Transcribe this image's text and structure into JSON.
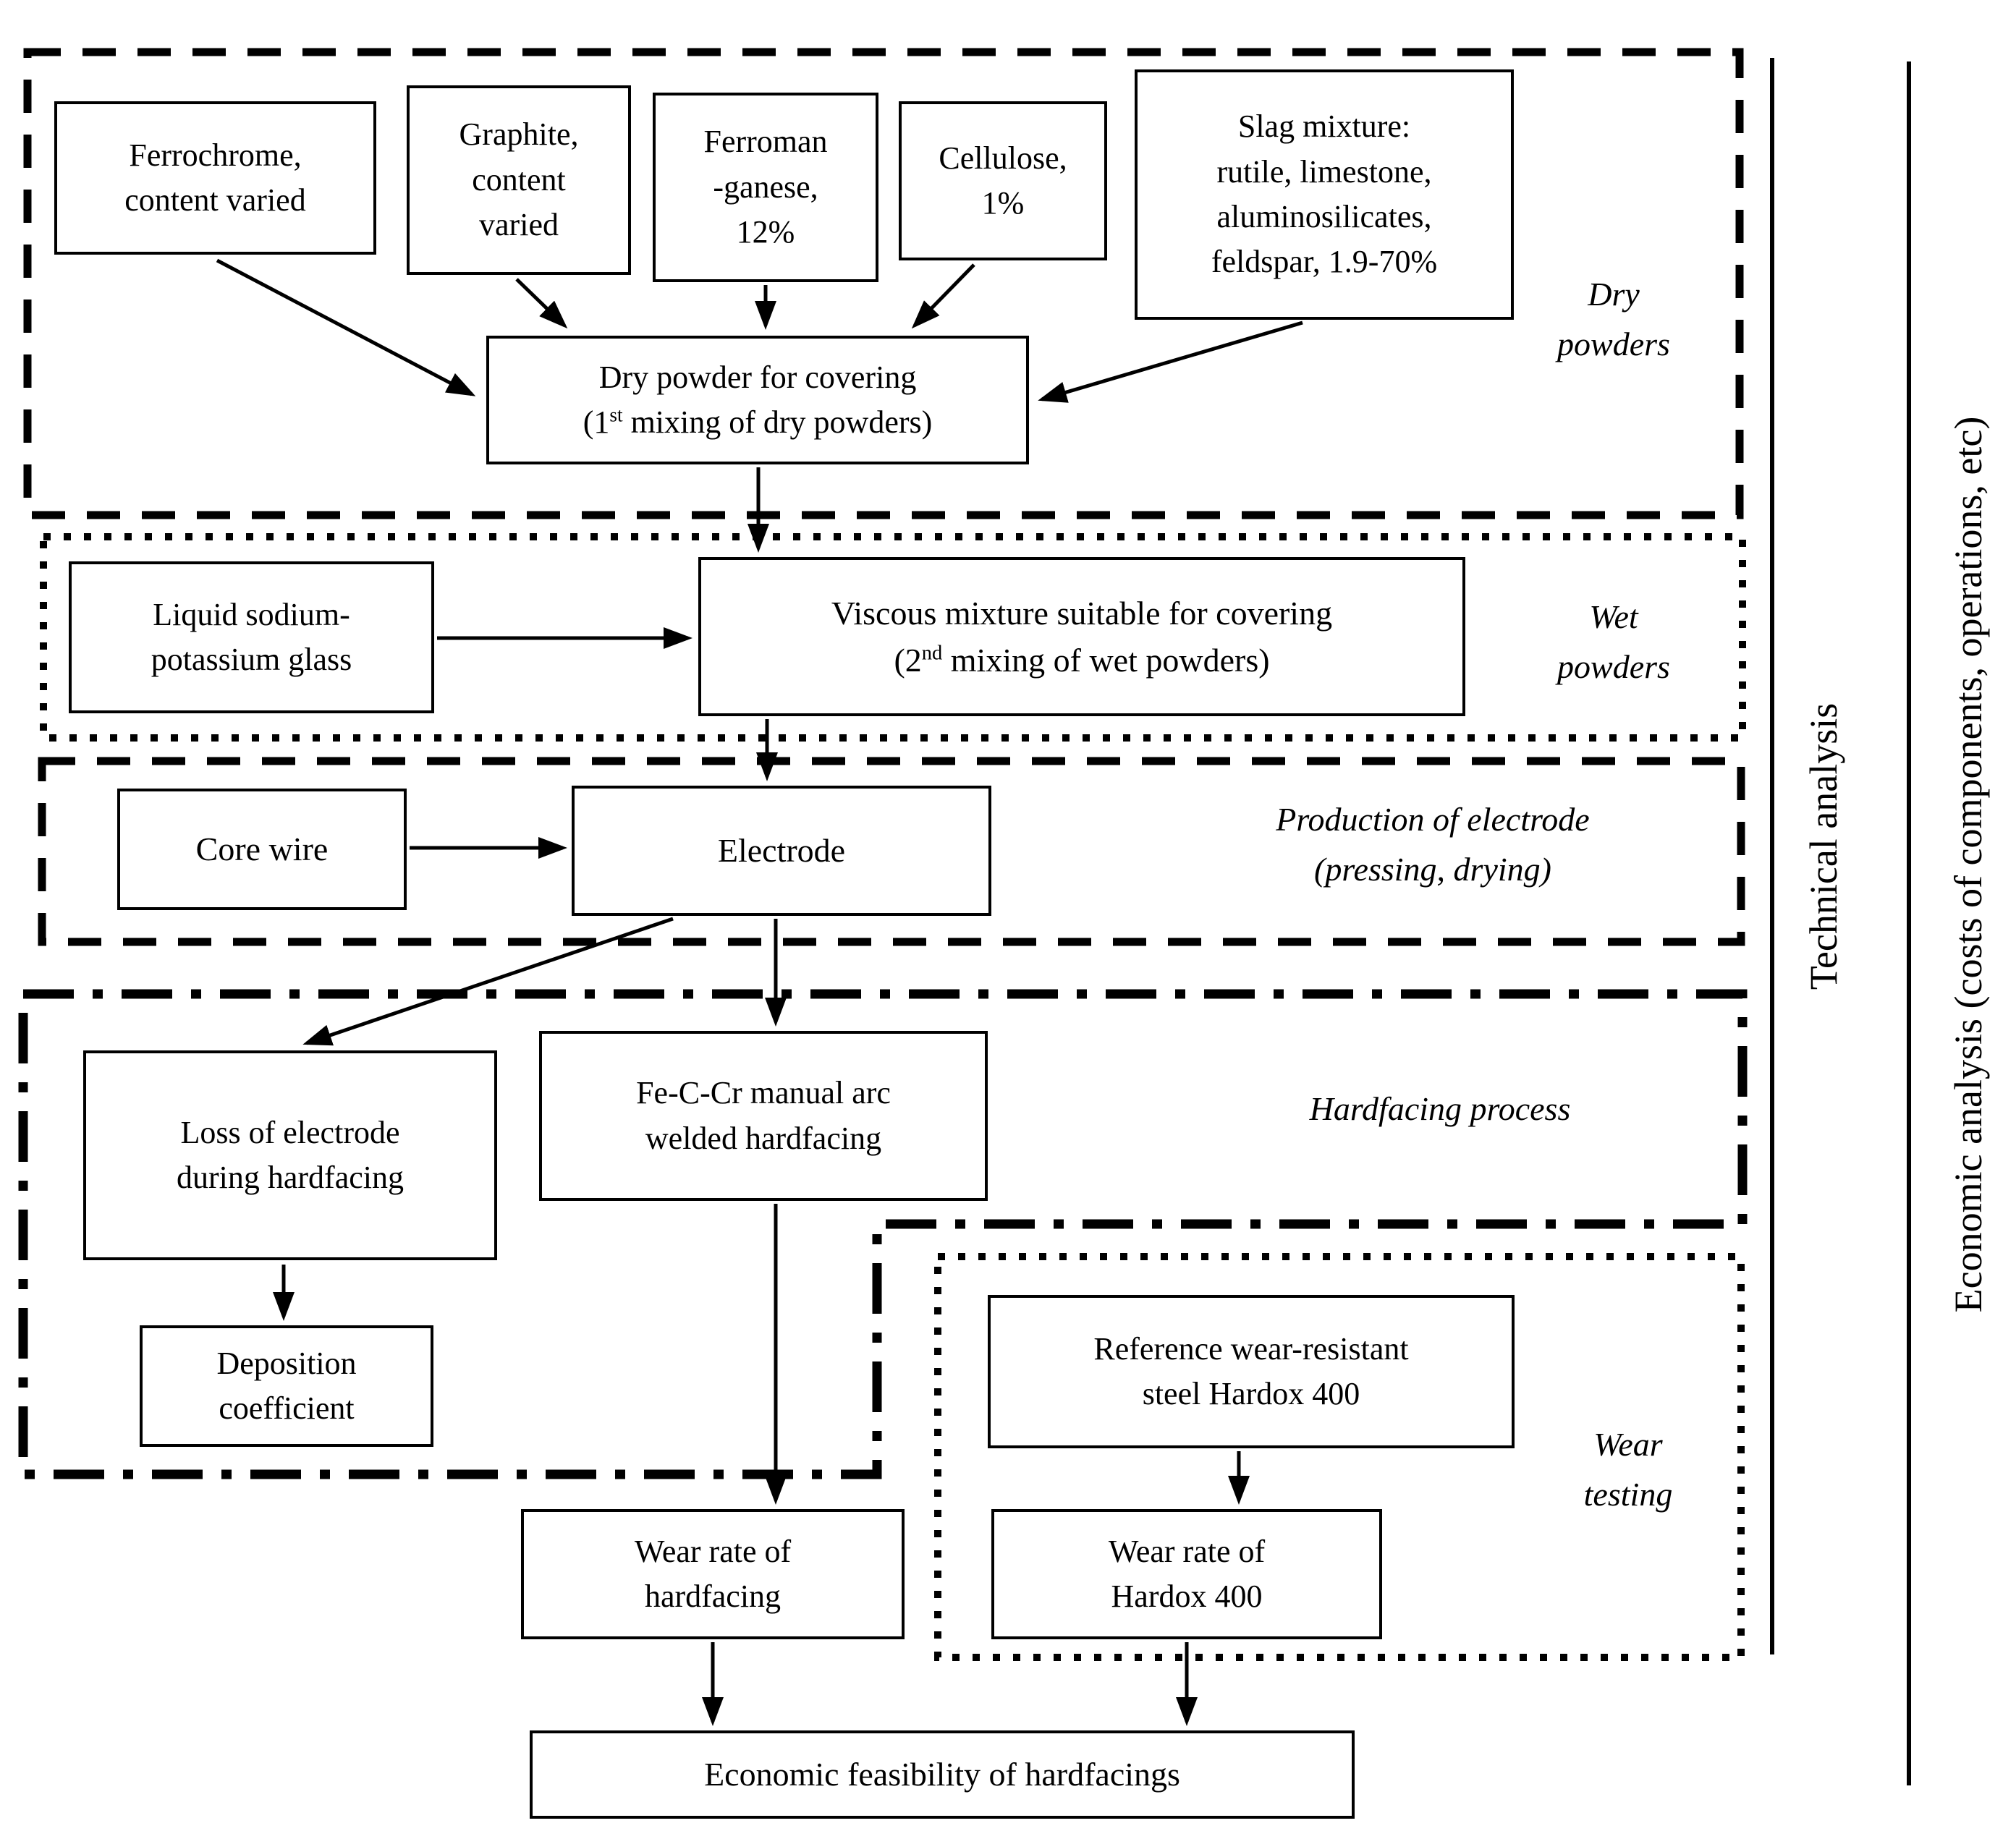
{
  "colors": {
    "ink": "#000000",
    "background": "#ffffff"
  },
  "boxes": {
    "ferrochrome": {
      "lines": [
        "Ferrochrome,",
        "content varied"
      ]
    },
    "graphite": {
      "lines": [
        "Graphite,",
        "content",
        "varied"
      ]
    },
    "ferromanganese": {
      "lines": [
        "Ferroman",
        "-ganese,",
        "12%"
      ]
    },
    "cellulose": {
      "lines": [
        "Cellulose,",
        "1%"
      ]
    },
    "slag": {
      "lines": [
        "Slag mixture:",
        "rutile, limestone,",
        "aluminosilicates,",
        "feldspar, 1.9-70%"
      ]
    },
    "dry_powder": {
      "line1": "Dry powder for covering",
      "paren": "(1",
      "sup": "st",
      "rest": " mixing of dry powders)"
    },
    "glass": {
      "lines": [
        "Liquid sodium-",
        "potassium glass"
      ]
    },
    "viscous": {
      "line1": "Viscous mixture suitable for covering",
      "paren": "(2",
      "sup": "nd",
      "rest": " mixing of wet powders)"
    },
    "core_wire": {
      "lines": [
        "Core wire"
      ]
    },
    "electrode": {
      "lines": [
        "Electrode"
      ]
    },
    "loss": {
      "lines": [
        "Loss of electrode",
        "during hardfacing"
      ]
    },
    "feccr": {
      "lines": [
        "Fe-C-Cr manual arc",
        "welded hardfacing"
      ]
    },
    "deposition": {
      "lines": [
        "Deposition",
        "coefficient"
      ]
    },
    "reference": {
      "lines": [
        "Reference wear-resistant",
        "steel Hardox 400"
      ]
    },
    "wear_hardfacing": {
      "lines": [
        "Wear rate of",
        "hardfacing"
      ]
    },
    "wear_hardox": {
      "lines": [
        "Wear rate of",
        "Hardox 400"
      ]
    },
    "economic": {
      "lines": [
        "Economic feasibility of hardfacings"
      ]
    }
  },
  "section_labels": {
    "dry": {
      "lines": [
        "Dry",
        "powders"
      ]
    },
    "wet": {
      "lines": [
        "Wet",
        "powders"
      ]
    },
    "production": {
      "lines": [
        "Production of electrode",
        "(pressing, drying)"
      ]
    },
    "hardfacing": {
      "lines": [
        "Hardfacing process"
      ]
    },
    "wear": {
      "lines": [
        "Wear",
        "testing"
      ]
    }
  },
  "side_labels": {
    "technical": "Technical analysis",
    "economic": "Economic analysis (costs of components, operations, etc)"
  }
}
